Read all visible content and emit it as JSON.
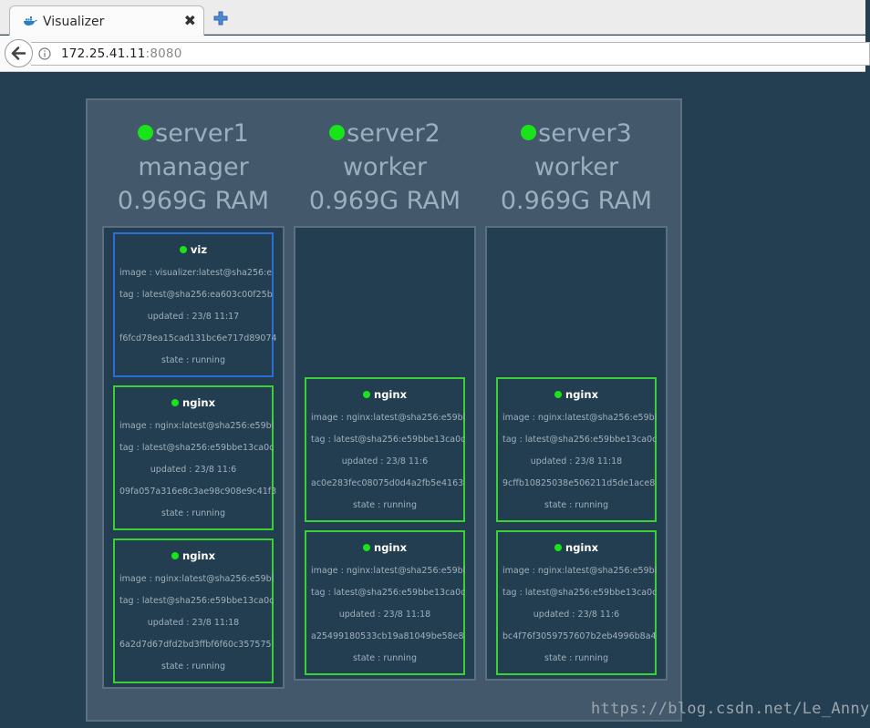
{
  "browser": {
    "tab_title": "Visualizer",
    "close_glyph": "✖",
    "url_host": "172.25.41.11",
    "url_port": ":8080"
  },
  "colors": {
    "background": "#253f52",
    "cluster": "#43596b",
    "node_dot": "#19e319",
    "task_border_green": "#3bd133",
    "task_border_blue": "#2a6fd7"
  },
  "nodes": [
    {
      "name": "server1",
      "role": "manager",
      "ram": "0.969G RAM",
      "tasks": [
        {
          "name": "viz",
          "image": "image : visualizer:latest@sha256:e",
          "tag": "tag : latest@sha256:ea603c00f25b",
          "updated": "updated : 23/8 11:17",
          "id": "f6fcd78ea15cad131bc6e717d89074",
          "state": "state : running"
        },
        {
          "name": "nginx",
          "image": "image : nginx:latest@sha256:e59bl",
          "tag": "tag : latest@sha256:e59bbe13ca0c",
          "updated": "updated : 23/8 11:6",
          "id": "09fa057a316e8c3ae98c908e9c41f3",
          "state": "state : running"
        },
        {
          "name": "nginx",
          "image": "image : nginx:latest@sha256:e59bl",
          "tag": "tag : latest@sha256:e59bbe13ca0c",
          "updated": "updated : 23/8 11:18",
          "id": "6a2d7d67dfd2bd3ffbf6f60c357575",
          "state": "state : running"
        }
      ]
    },
    {
      "name": "server2",
      "role": "worker",
      "ram": "0.969G RAM",
      "tasks": [
        {
          "name": "nginx",
          "image": "image : nginx:latest@sha256:e59bl",
          "tag": "tag : latest@sha256:e59bbe13ca0c",
          "updated": "updated : 23/8 11:6",
          "id": "ac0e283fec08075d0d4a2fb5e4163",
          "state": "state : running"
        },
        {
          "name": "nginx",
          "image": "image : nginx:latest@sha256:e59bl",
          "tag": "tag : latest@sha256:e59bbe13ca0c",
          "updated": "updated : 23/8 11:18",
          "id": "a25499180533cb19a81049be58e8",
          "state": "state : running"
        }
      ]
    },
    {
      "name": "server3",
      "role": "worker",
      "ram": "0.969G RAM",
      "tasks": [
        {
          "name": "nginx",
          "image": "image : nginx:latest@sha256:e59bl",
          "tag": "tag : latest@sha256:e59bbe13ca0c",
          "updated": "updated : 23/8 11:18",
          "id": "9cffb10825038e506211d5de1ace8",
          "state": "state : running"
        },
        {
          "name": "nginx",
          "image": "image : nginx:latest@sha256:e59bl",
          "tag": "tag : latest@sha256:e59bbe13ca0c",
          "updated": "updated : 23/8 11:6",
          "id": "bc4f76f3059757607b2eb4996b8a4",
          "state": "state : running"
        }
      ]
    }
  ],
  "watermark": "https://blog.csdn.net/Le_Anny"
}
